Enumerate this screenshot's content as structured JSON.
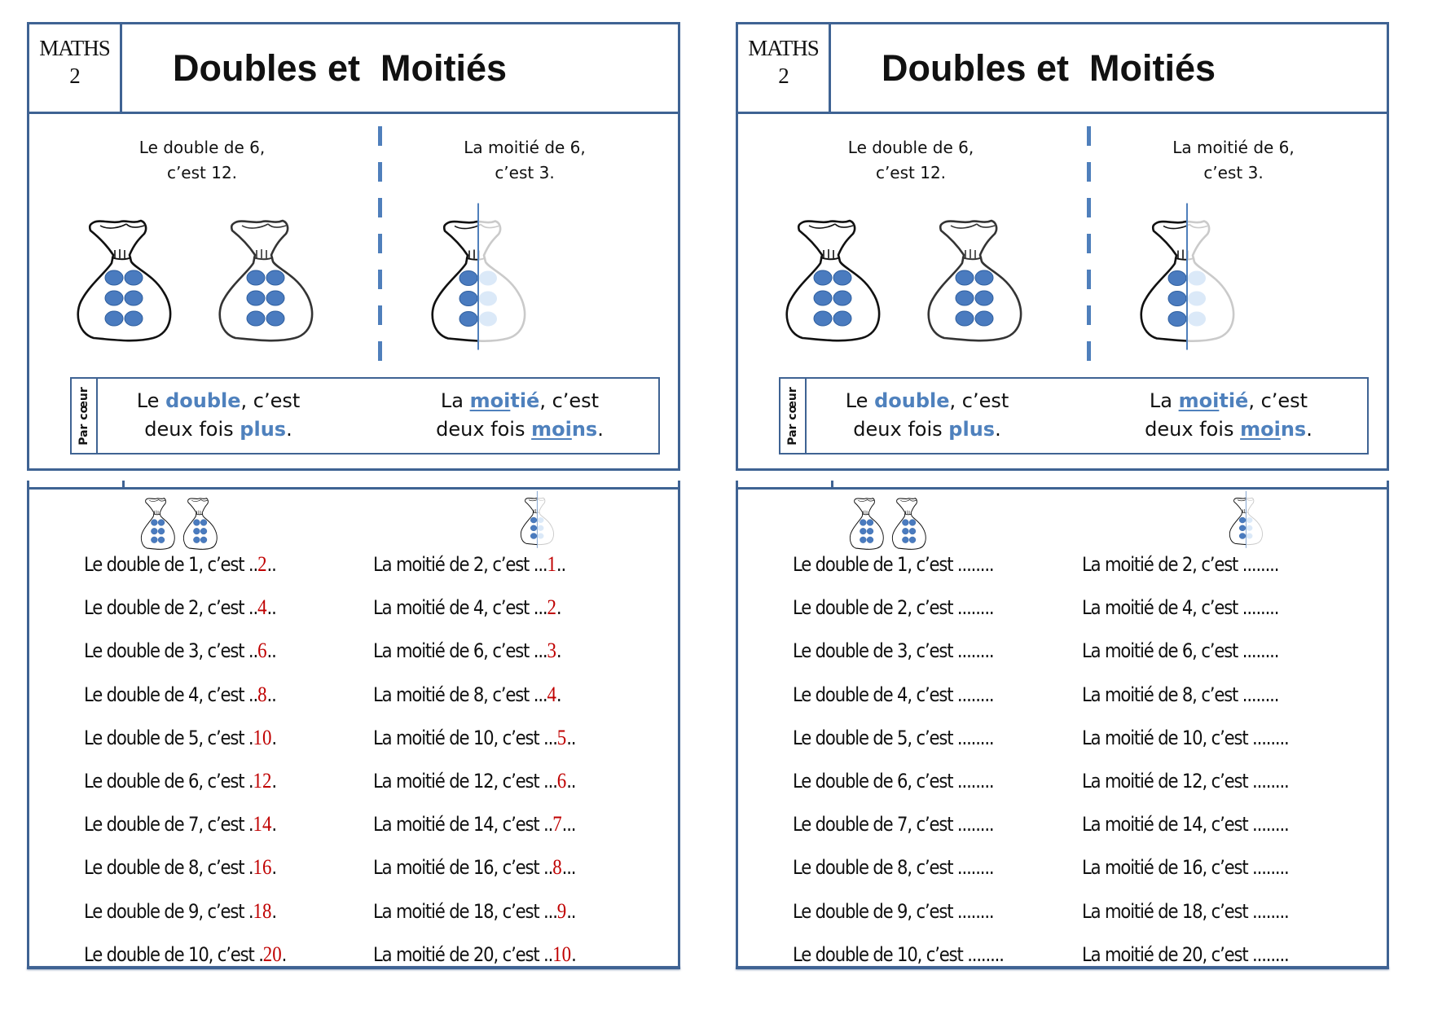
{
  "cards": [
    {
      "id": "left",
      "header": {
        "subject": "MATHS",
        "number": "2",
        "title": "Doubles et  Moitiés"
      },
      "intro": {
        "double_line1": "Le double de 6,",
        "double_line2": "c’est 12.",
        "half_line1": "La moitié de 6,",
        "half_line2": "c’est 3."
      },
      "par_coeur": {
        "label": "Par cœur",
        "double": {
          "pre": "Le ",
          "keyword": "double",
          "mid": ", c’est",
          "line2_pre": "deux fois ",
          "line2_keyword": "plus",
          "end": "."
        },
        "half": {
          "pre": "La ",
          "keyword_u": "moi",
          "keyword_rest": "tié",
          "mid": ", c’est",
          "line2_pre": "deux fois ",
          "line2_keyword_u": "moi",
          "line2_keyword_rest": "ns",
          "end": "."
        }
      },
      "exercises": {
        "doubles": [
          {
            "prompt": "Le double de 1, c’est ..",
            "answer": "2",
            "tail": ".."
          },
          {
            "prompt": "Le double de 2, c’est ..",
            "answer": "4",
            "tail": ".."
          },
          {
            "prompt": "Le double de 3, c’est ..",
            "answer": "6",
            "tail": ".."
          },
          {
            "prompt": "Le double de 4, c’est ..",
            "answer": "8",
            "tail": ".."
          },
          {
            "prompt": "Le double de 5, c’est .",
            "answer": "10",
            "tail": "."
          },
          {
            "prompt": "Le double de 6, c’est .",
            "answer": "12",
            "tail": "."
          },
          {
            "prompt": "Le double de 7, c’est .",
            "answer": "14",
            "tail": "."
          },
          {
            "prompt": "Le double de 8, c’est .",
            "answer": "16",
            "tail": "."
          },
          {
            "prompt": "Le double de 9, c’est .",
            "answer": "18",
            "tail": "."
          },
          {
            "prompt": "Le double de 10, c’est .",
            "answer": "20",
            "tail": "."
          }
        ],
        "halves": [
          {
            "prompt": "La moitié de 2, c’est ...",
            "answer": "1",
            "tail": ".."
          },
          {
            "prompt": "La moitié de 4, c’est ...",
            "answer": "2",
            "tail": "."
          },
          {
            "prompt": "La moitié de 6, c’est ...",
            "answer": "3",
            "tail": "."
          },
          {
            "prompt": "La moitié de 8, c’est ...",
            "answer": "4",
            "tail": "."
          },
          {
            "prompt": "La moitié de 10, c’est ...",
            "answer": "5",
            "tail": ".."
          },
          {
            "prompt": "La moitié de 12, c’est ...",
            "answer": "6",
            "tail": ".."
          },
          {
            "prompt": "La moitié de 14, c’est ..",
            "answer": "7",
            "tail": "..."
          },
          {
            "prompt": "La moitié de 16, c’est ..",
            "answer": "8",
            "tail": "..."
          },
          {
            "prompt": "La moitié de 18, c’est ...",
            "answer": "9",
            "tail": ".."
          },
          {
            "prompt": "La moitié de 20, c’est ..",
            "answer": "10",
            "tail": "."
          }
        ]
      }
    },
    {
      "id": "right",
      "header": {
        "subject": "MATHS",
        "number": "2",
        "title": "Doubles et  Moitiés"
      },
      "intro": {
        "double_line1": "Le double de 6,",
        "double_line2": "c’est 12.",
        "half_line1": "La moitié de 6,",
        "half_line2": "c’est 3."
      },
      "par_coeur": {
        "label": "Par cœur",
        "double": {
          "pre": "Le ",
          "keyword": "double",
          "mid": ", c’est",
          "line2_pre": "deux fois ",
          "line2_keyword": "plus",
          "end": "."
        },
        "half": {
          "pre": "La ",
          "keyword_u": "moi",
          "keyword_rest": "tié",
          "mid": ", c’est",
          "line2_pre": "deux fois ",
          "line2_keyword_u": "moi",
          "line2_keyword_rest": "ns",
          "end": "."
        }
      },
      "exercises": {
        "doubles": [
          {
            "prompt": "Le double de 1, c’est ........",
            "answer": "",
            "tail": ""
          },
          {
            "prompt": "Le double de 2, c’est ........",
            "answer": "",
            "tail": ""
          },
          {
            "prompt": "Le double de 3, c’est ........",
            "answer": "",
            "tail": ""
          },
          {
            "prompt": "Le double de 4, c’est ........",
            "answer": "",
            "tail": ""
          },
          {
            "prompt": "Le double de 5, c’est ........",
            "answer": "",
            "tail": ""
          },
          {
            "prompt": "Le double de 6, c’est ........",
            "answer": "",
            "tail": ""
          },
          {
            "prompt": "Le double de 7, c’est ........",
            "answer": "",
            "tail": ""
          },
          {
            "prompt": "Le double de 8, c’est ........",
            "answer": "",
            "tail": ""
          },
          {
            "prompt": "Le double de 9, c’est ........",
            "answer": "",
            "tail": ""
          },
          {
            "prompt": "Le double de 10, c’est ........",
            "answer": "",
            "tail": ""
          }
        ],
        "halves": [
          {
            "prompt": "La moitié de 2, c’est ........",
            "answer": "",
            "tail": ""
          },
          {
            "prompt": "La moitié de 4, c’est ........",
            "answer": "",
            "tail": ""
          },
          {
            "prompt": "La moitié de 6, c’est ........",
            "answer": "",
            "tail": ""
          },
          {
            "prompt": "La moitié de 8, c’est ........",
            "answer": "",
            "tail": ""
          },
          {
            "prompt": "La moitié de 10, c’est ........",
            "answer": "",
            "tail": ""
          },
          {
            "prompt": "La moitié de 12, c’est ........",
            "answer": "",
            "tail": ""
          },
          {
            "prompt": "La moitié de 14, c’est ........",
            "answer": "",
            "tail": ""
          },
          {
            "prompt": "La moitié de 16, c’est ........",
            "answer": "",
            "tail": ""
          },
          {
            "prompt": "La moitié de 18, c’est ........",
            "answer": "",
            "tail": ""
          },
          {
            "prompt": "La moitié de 20, c’est ........",
            "answer": "",
            "tail": ""
          }
        ]
      }
    }
  ],
  "colors": {
    "border": "#3f6393",
    "accent": "#4f81bd",
    "dot": "#4a7bbf",
    "dot_faded": "#dbe9f8",
    "answer": "#c00000"
  },
  "icons": {
    "bag_full": "money-bag-with-6-dots",
    "bag_half": "money-bag-split-in-half"
  }
}
